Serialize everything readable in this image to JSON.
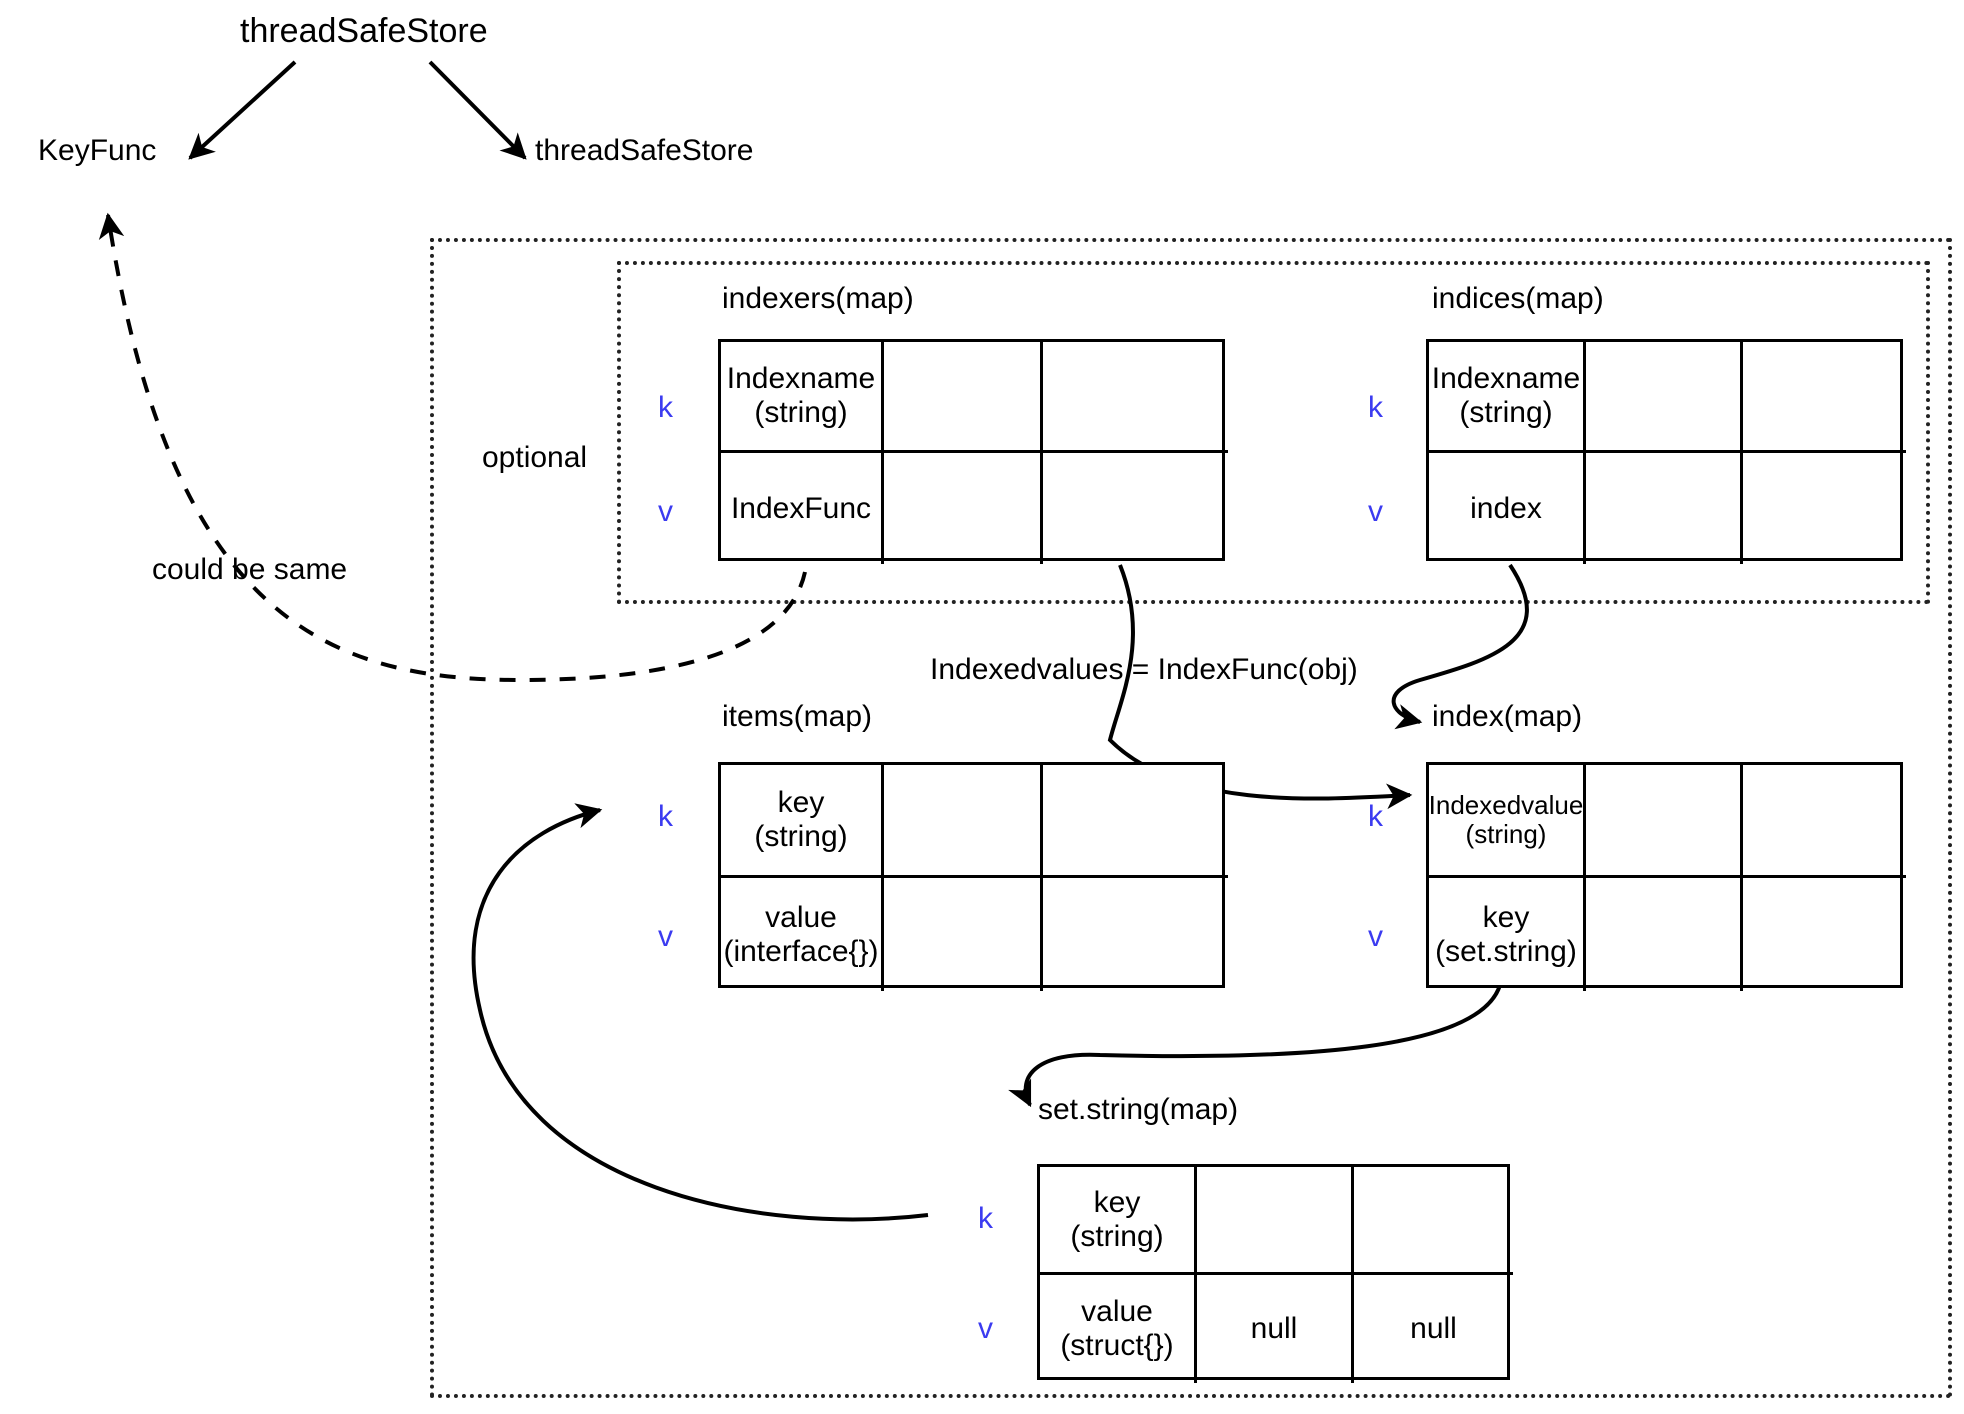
{
  "diagram": {
    "title": "threadSafeStore",
    "nodes": {
      "root": "threadSafeStore",
      "keyfunc": "KeyFunc",
      "store": "threadSafeStore",
      "optional": "optional",
      "could_be_same": "could be same",
      "indexed_values_expr": "Indexedvalues = IndexFunc(obj)"
    },
    "tables": [
      {
        "id": "indexers",
        "caption": "indexers(map)",
        "key_marker": "k",
        "value_marker": "v",
        "rows": [
          {
            "label": "Indexname\n(string)",
            "cells": [
              "",
              ""
            ]
          },
          {
            "label": "IndexFunc",
            "cells": [
              "",
              ""
            ]
          }
        ]
      },
      {
        "id": "indices",
        "caption": "indices(map)",
        "key_marker": "k",
        "value_marker": "v",
        "rows": [
          {
            "label": "Indexname\n(string)",
            "cells": [
              "",
              ""
            ]
          },
          {
            "label": "index",
            "cells": [
              "",
              ""
            ]
          }
        ]
      },
      {
        "id": "items",
        "caption": "items(map)",
        "key_marker": "k",
        "value_marker": "v",
        "rows": [
          {
            "label": "key\n(string)",
            "cells": [
              "",
              ""
            ]
          },
          {
            "label": "value\n(interface{})",
            "cells": [
              "",
              ""
            ]
          }
        ]
      },
      {
        "id": "index",
        "caption": "index(map)",
        "key_marker": "k",
        "value_marker": "v",
        "rows": [
          {
            "label": "Indexedvalue\n(string)",
            "cells": [
              "",
              ""
            ]
          },
          {
            "label": "key\n(set.string)",
            "cells": [
              "",
              ""
            ]
          }
        ]
      },
      {
        "id": "setstring",
        "caption": "set.string(map)",
        "key_marker": "k",
        "value_marker": "v",
        "rows": [
          {
            "label": "key\n(string)",
            "cells": [
              "",
              ""
            ]
          },
          {
            "label": "value\n(struct{})",
            "cells": [
              "null",
              "null"
            ]
          }
        ]
      }
    ],
    "colors": {
      "stroke": "#000000",
      "kv_marker": "#3b3bf0",
      "dotted_box": "#222222",
      "background": "#ffffff"
    }
  }
}
